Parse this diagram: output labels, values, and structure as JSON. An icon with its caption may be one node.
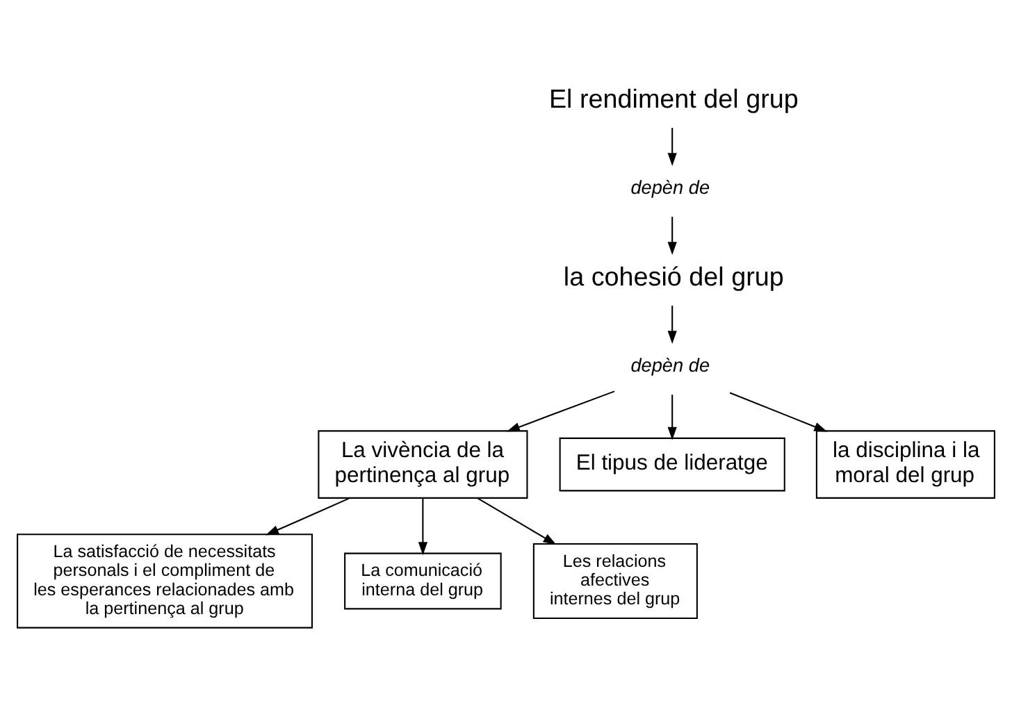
{
  "diagram": {
    "nodes": [
      {
        "text": [
          "El rendiment del grup"
        ]
      },
      {
        "text": [
          "depèn de"
        ]
      },
      {
        "text": [
          "la cohesió del grup"
        ]
      },
      {
        "text": [
          "depèn de"
        ]
      },
      {
        "text": [
          "La vivència de la pertinença al grup"
        ]
      },
      {
        "text": [
          "El tipus de lideratge"
        ]
      },
      {
        "text": [
          "la disciplina i la moral del grup"
        ]
      },
      {
        "text": [
          "La satisfacció de necessitats personals i el compliment de les esperances relacionades amb la pertinença al grup"
        ]
      },
      {
        "text": [
          "La comunicació interna del grup"
        ]
      },
      {
        "text": [
          "Les relacions afectives internes del grup"
        ]
      }
    ],
    "edges": [
      {
        "from": 0,
        "to": 1,
        "arrow": "to"
      },
      {
        "from": 1,
        "to": 2,
        "arrow": "to"
      },
      {
        "from": 2,
        "to": 3,
        "arrow": "to"
      },
      {
        "from": 3,
        "to": 4,
        "arrow": "to"
      },
      {
        "from": 3,
        "to": 5,
        "arrow": "to"
      },
      {
        "from": 3,
        "to": 6,
        "arrow": "to"
      },
      {
        "from": 4,
        "to": 7,
        "arrow": "to"
      },
      {
        "from": 4,
        "to": 8,
        "arrow": "to"
      },
      {
        "from": 4,
        "to": 9,
        "arrow": "to"
      }
    ]
  }
}
